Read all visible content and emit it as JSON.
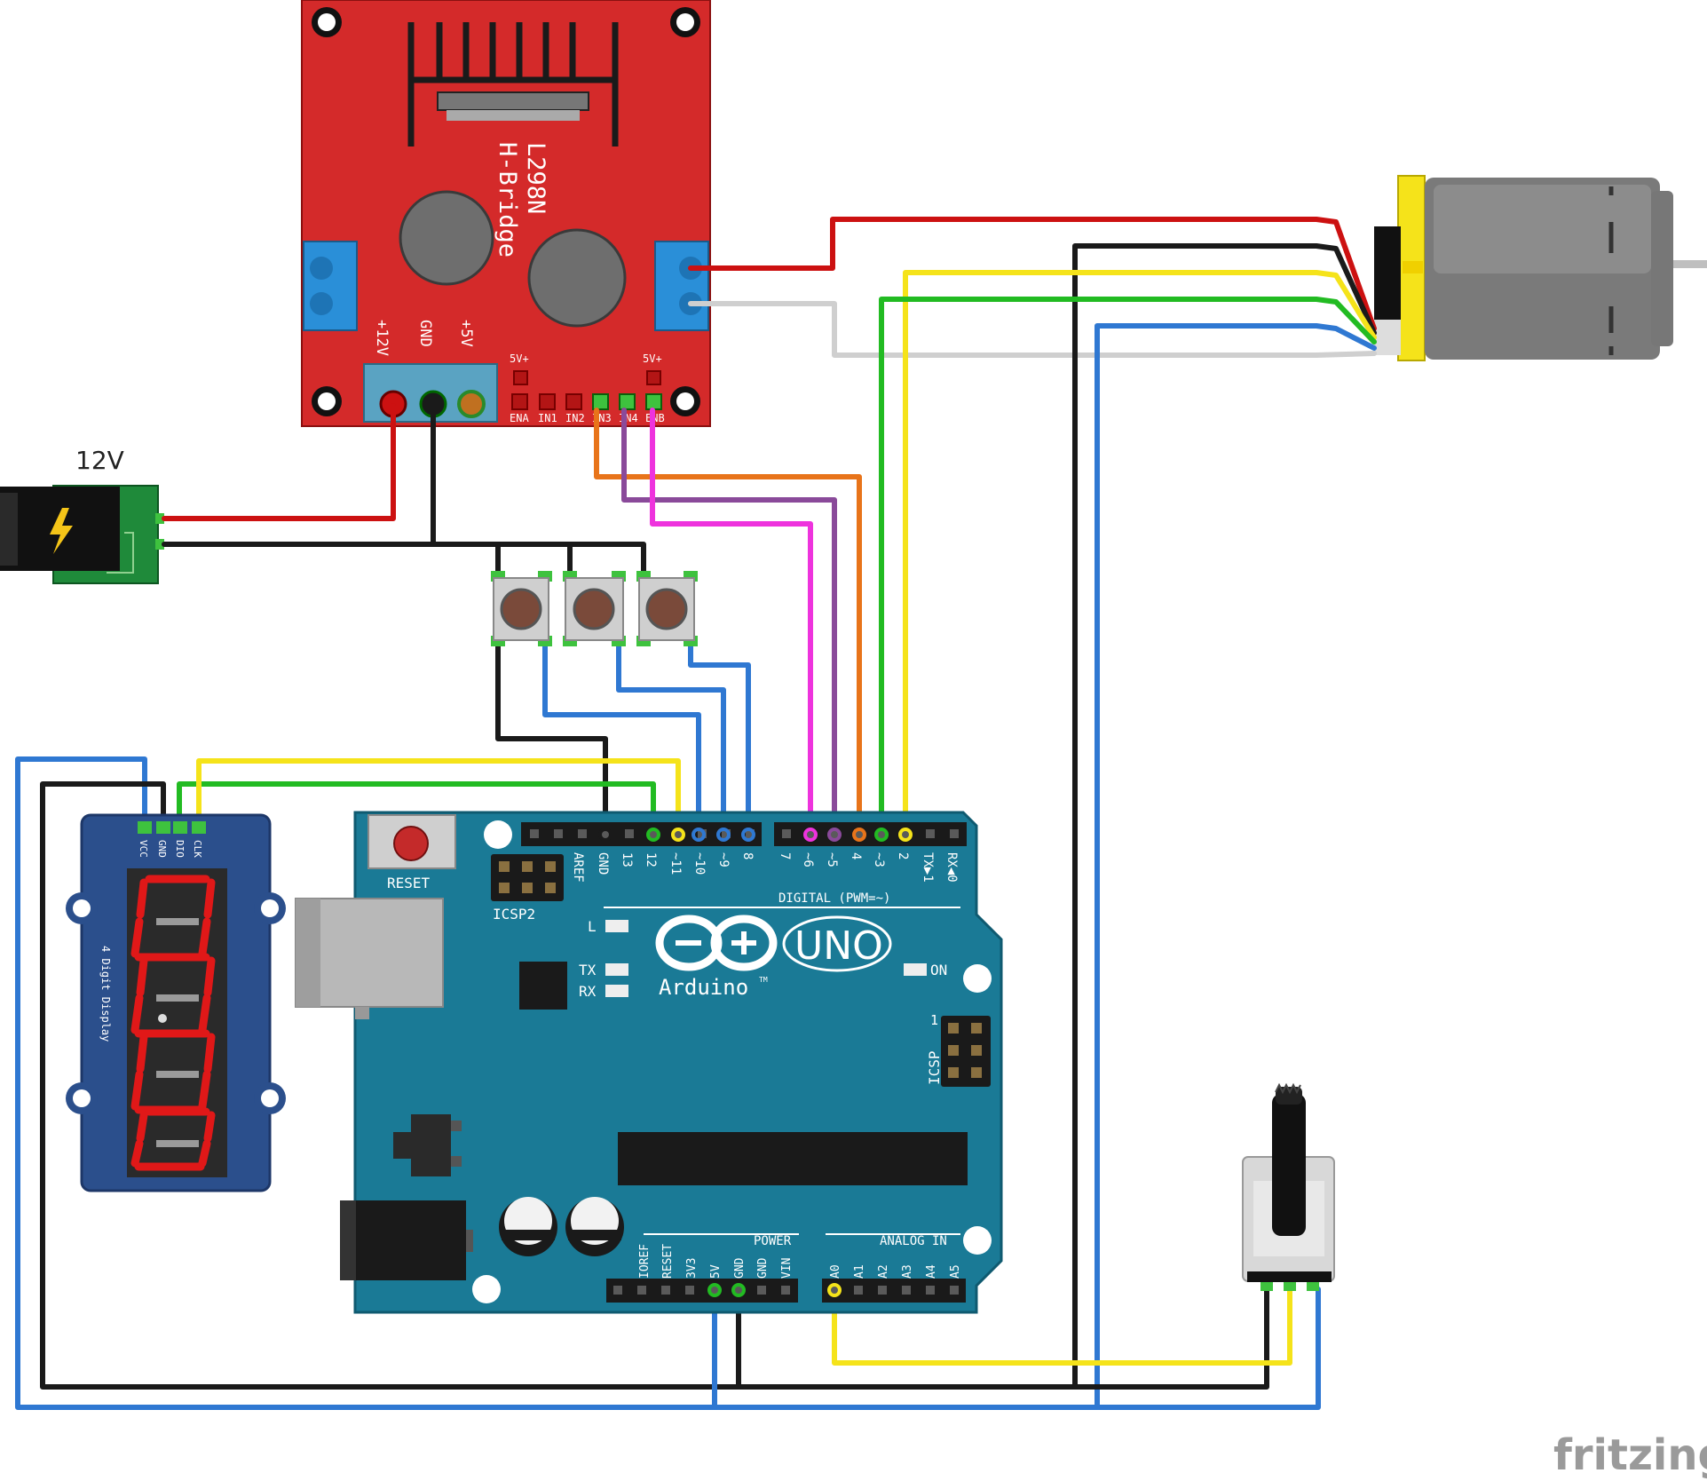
{
  "power": {
    "label": "12V"
  },
  "hbridge": {
    "title": "L298N",
    "subtitle": "H-Bridge",
    "terminal_labels": [
      "+12V",
      "GND",
      "+5V"
    ],
    "jumper_label": "5V+",
    "pin_labels": [
      "ENA",
      "IN1",
      "IN2",
      "IN3",
      "IN4",
      "ENB"
    ]
  },
  "display": {
    "pin_labels": [
      "VCC",
      "GND",
      "DIO",
      "CLK"
    ],
    "caption": "4 Digit Display"
  },
  "arduino": {
    "reset_label": "RESET",
    "icsp2_label": "ICSP2",
    "icsp_label": "ICSP",
    "icsp_pin1": "1",
    "digital_pins_left": [
      "AREF",
      "GND",
      "13",
      "12",
      "~11",
      "~10",
      "~9",
      "8"
    ],
    "digital_pins_right": [
      "7",
      "~6",
      "~5",
      "4",
      "~3",
      "2",
      "TX▶1",
      "RX◀0"
    ],
    "digital_label": "DIGITAL (PWM=~)",
    "led_l": "L",
    "led_tx": "TX",
    "led_rx": "RX",
    "led_on": "ON",
    "brand": "Arduino",
    "tm": "TM",
    "model": "UNO",
    "power_pins": [
      "IOREF",
      "RESET",
      "3V3",
      "5V",
      "GND",
      "GND",
      "VIN"
    ],
    "power_label": "POWER",
    "analog_pins": [
      "A0",
      "A1",
      "A2",
      "A3",
      "A4",
      "A5"
    ],
    "analog_label": "ANALOG IN"
  },
  "watermark": "fritzing",
  "wire_colors": {
    "red": "#cc1111",
    "black": "#1a1a1a",
    "yellow": "#f5e31a",
    "green": "#22bb22",
    "blue": "#2f78d2",
    "orange": "#e8741a",
    "purple": "#8a4a9a",
    "magenta": "#ee33dd",
    "white": "#cfcfcf"
  }
}
